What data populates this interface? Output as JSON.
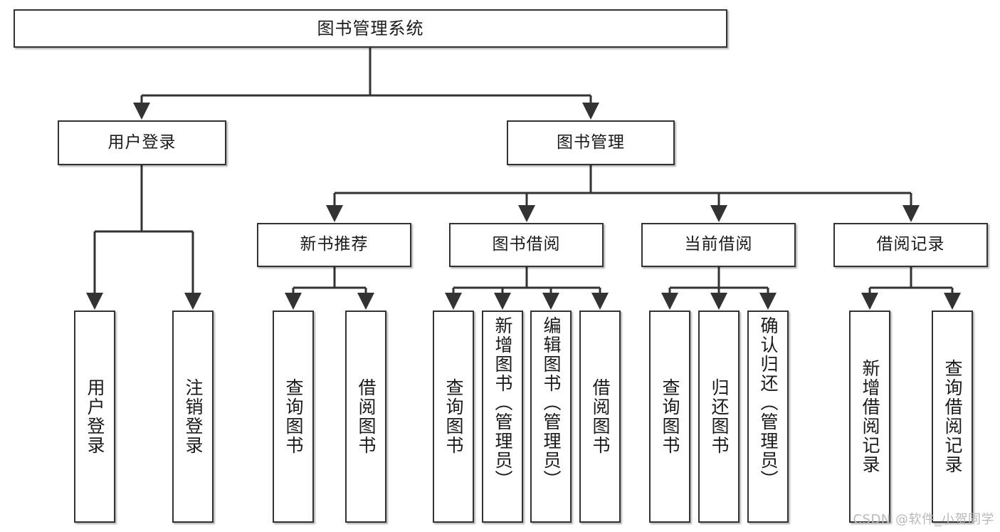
{
  "diagram": {
    "title": "图书管理系统",
    "type": "tree-hierarchy-chart",
    "root": {
      "label": "图书管理系统"
    },
    "level2": [
      {
        "label": "用户登录"
      },
      {
        "label": "图书管理"
      }
    ],
    "level3": [
      {
        "label": "新书推荐"
      },
      {
        "label": "图书借阅"
      },
      {
        "label": "当前借阅"
      },
      {
        "label": "借阅记录"
      }
    ],
    "leaves": {
      "user_login": [
        {
          "label": "用户登录"
        },
        {
          "label": "注销登录"
        }
      ],
      "new_book_recommend": [
        {
          "label": "查询图书"
        },
        {
          "label": "借阅图书"
        }
      ],
      "book_borrow": [
        {
          "label": "查询图书"
        },
        {
          "label": "新增图书（管理员）"
        },
        {
          "label": "编辑图书（管理员）"
        },
        {
          "label": "借阅图书"
        }
      ],
      "current_borrow": [
        {
          "label": "查询图书"
        },
        {
          "label": "归还图书"
        },
        {
          "label": "确认归还（管理员）"
        }
      ],
      "borrow_record": [
        {
          "label": "新增借阅记录"
        },
        {
          "label": "查询借阅记录"
        }
      ]
    }
  },
  "watermark": {
    "text": "CSDN @软件_小贺同学"
  },
  "colors": {
    "stroke": "#333333",
    "background": "#ffffff",
    "text": "#1a1a1a",
    "watermark": "#b9b9b9"
  }
}
